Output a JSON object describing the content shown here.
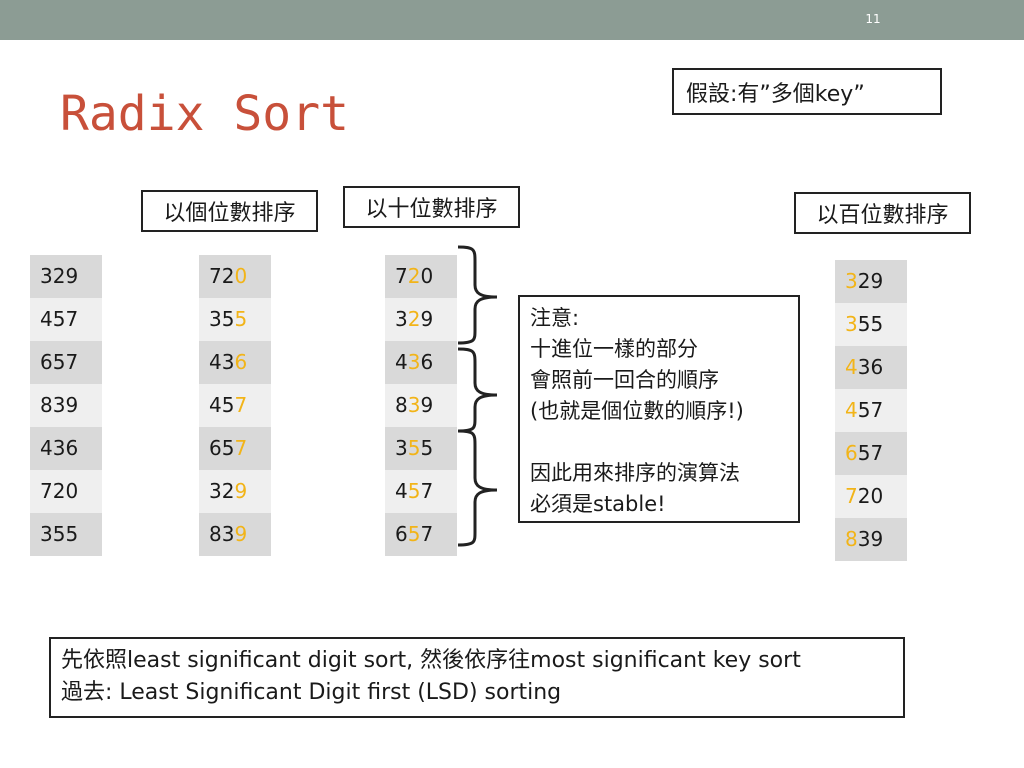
{
  "slide_number": "11",
  "title": "Radix Sort",
  "assumption_box": "假設:有”多個key”",
  "headers": {
    "ones": "以個位數排序",
    "tens": "以十位數排序",
    "hundreds": "以百位數排序"
  },
  "columns": {
    "original": [
      {
        "pre": "329",
        "hl": "",
        "post": ""
      },
      {
        "pre": "457",
        "hl": "",
        "post": ""
      },
      {
        "pre": "657",
        "hl": "",
        "post": ""
      },
      {
        "pre": "839",
        "hl": "",
        "post": ""
      },
      {
        "pre": "436",
        "hl": "",
        "post": ""
      },
      {
        "pre": "720",
        "hl": "",
        "post": ""
      },
      {
        "pre": "355",
        "hl": "",
        "post": ""
      }
    ],
    "by_ones": [
      {
        "pre": "72",
        "hl": "0",
        "post": ""
      },
      {
        "pre": "35",
        "hl": "5",
        "post": ""
      },
      {
        "pre": "43",
        "hl": "6",
        "post": ""
      },
      {
        "pre": "45",
        "hl": "7",
        "post": ""
      },
      {
        "pre": "65",
        "hl": "7",
        "post": ""
      },
      {
        "pre": "32",
        "hl": "9",
        "post": ""
      },
      {
        "pre": "83",
        "hl": "9",
        "post": ""
      }
    ],
    "by_tens": [
      {
        "pre": "7",
        "hl": "2",
        "post": "0"
      },
      {
        "pre": "3",
        "hl": "2",
        "post": "9"
      },
      {
        "pre": "4",
        "hl": "3",
        "post": "6"
      },
      {
        "pre": "8",
        "hl": "3",
        "post": "9"
      },
      {
        "pre": "3",
        "hl": "5",
        "post": "5"
      },
      {
        "pre": "4",
        "hl": "5",
        "post": "7"
      },
      {
        "pre": "6",
        "hl": "5",
        "post": "7"
      }
    ],
    "by_hundreds": [
      {
        "pre": "",
        "hl": "3",
        "post": "29"
      },
      {
        "pre": "",
        "hl": "3",
        "post": "55"
      },
      {
        "pre": "",
        "hl": "4",
        "post": "36"
      },
      {
        "pre": "",
        "hl": "4",
        "post": "57"
      },
      {
        "pre": "",
        "hl": "6",
        "post": "57"
      },
      {
        "pre": "",
        "hl": "7",
        "post": "20"
      },
      {
        "pre": "",
        "hl": "8",
        "post": "39"
      }
    ]
  },
  "note": {
    "line1": "注意:",
    "line2": "十進位一樣的部分",
    "line3": "會照前一回合的順序",
    "line4": "(也就是個位數的順序!)",
    "line5": "",
    "line6": "因此用來排序的演算法",
    "line7": "必須是stable!"
  },
  "bottom": {
    "line1": "先依照least significant digit sort, 然後依序往most significant key sort",
    "line2": "過去: Least Significant Digit first (LSD)  sorting"
  },
  "colors": {
    "topbar": "#8c9c94",
    "title": "#c8503a",
    "highlight_digit": "#f2b418",
    "cell_dark": "#d9d9d9",
    "cell_light": "#efefef"
  }
}
